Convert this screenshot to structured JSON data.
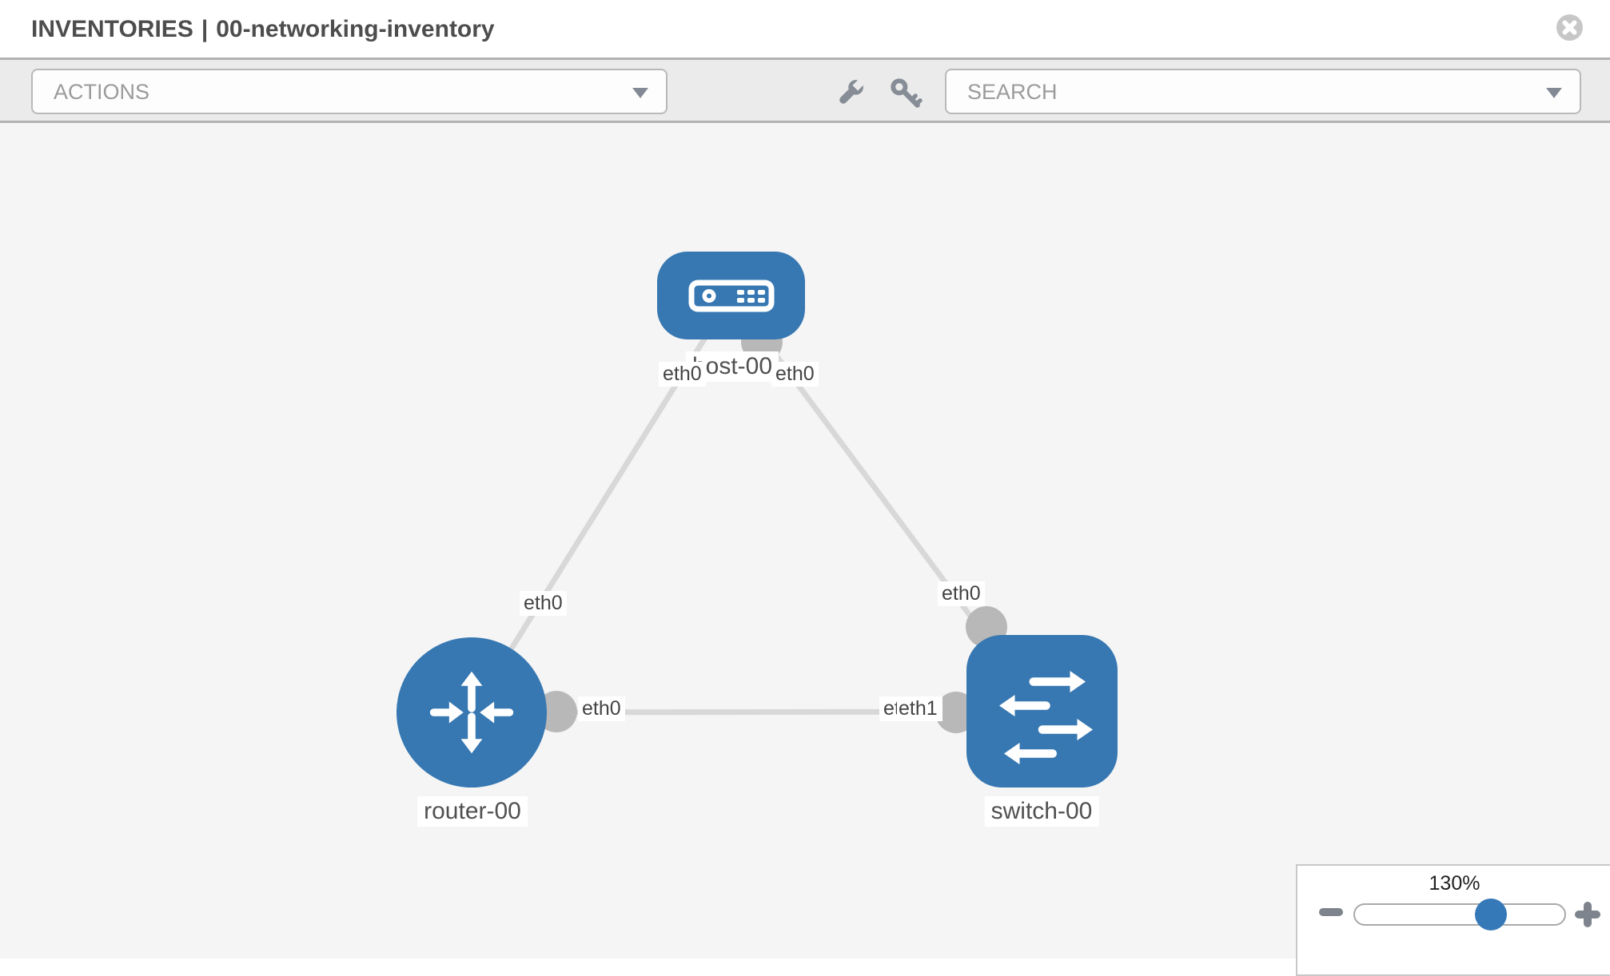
{
  "header": {
    "section_title": "INVENTORIES",
    "separator": "|",
    "inventory_name": "00-networking-inventory"
  },
  "toolbar": {
    "actions_label": "ACTIONS",
    "search_label": "SEARCH"
  },
  "topology": {
    "nodes": [
      {
        "id": "host-00",
        "type": "host",
        "label": "host-00"
      },
      {
        "id": "router-00",
        "type": "router",
        "label": "router-00"
      },
      {
        "id": "switch-00",
        "type": "switch",
        "label": "switch-00"
      }
    ],
    "links": [
      {
        "from": "host-00",
        "to": "router-00",
        "from_if": "eth0",
        "to_if": "eth0"
      },
      {
        "from": "host-00",
        "to": "switch-00",
        "from_if": "eth0",
        "to_if": "eth0"
      },
      {
        "from": "router-00",
        "to": "switch-00",
        "from_if": "eth0",
        "to_if": "eth1",
        "to_if_overlapped": "eth0"
      }
    ]
  },
  "zoom_control": {
    "percent": "130%"
  },
  "colors": {
    "node_blue": "#3778b2",
    "link_gray": "#d8d8d8",
    "connector_gray": "#b8b8b8",
    "slider_thumb_blue": "#3579b8"
  }
}
